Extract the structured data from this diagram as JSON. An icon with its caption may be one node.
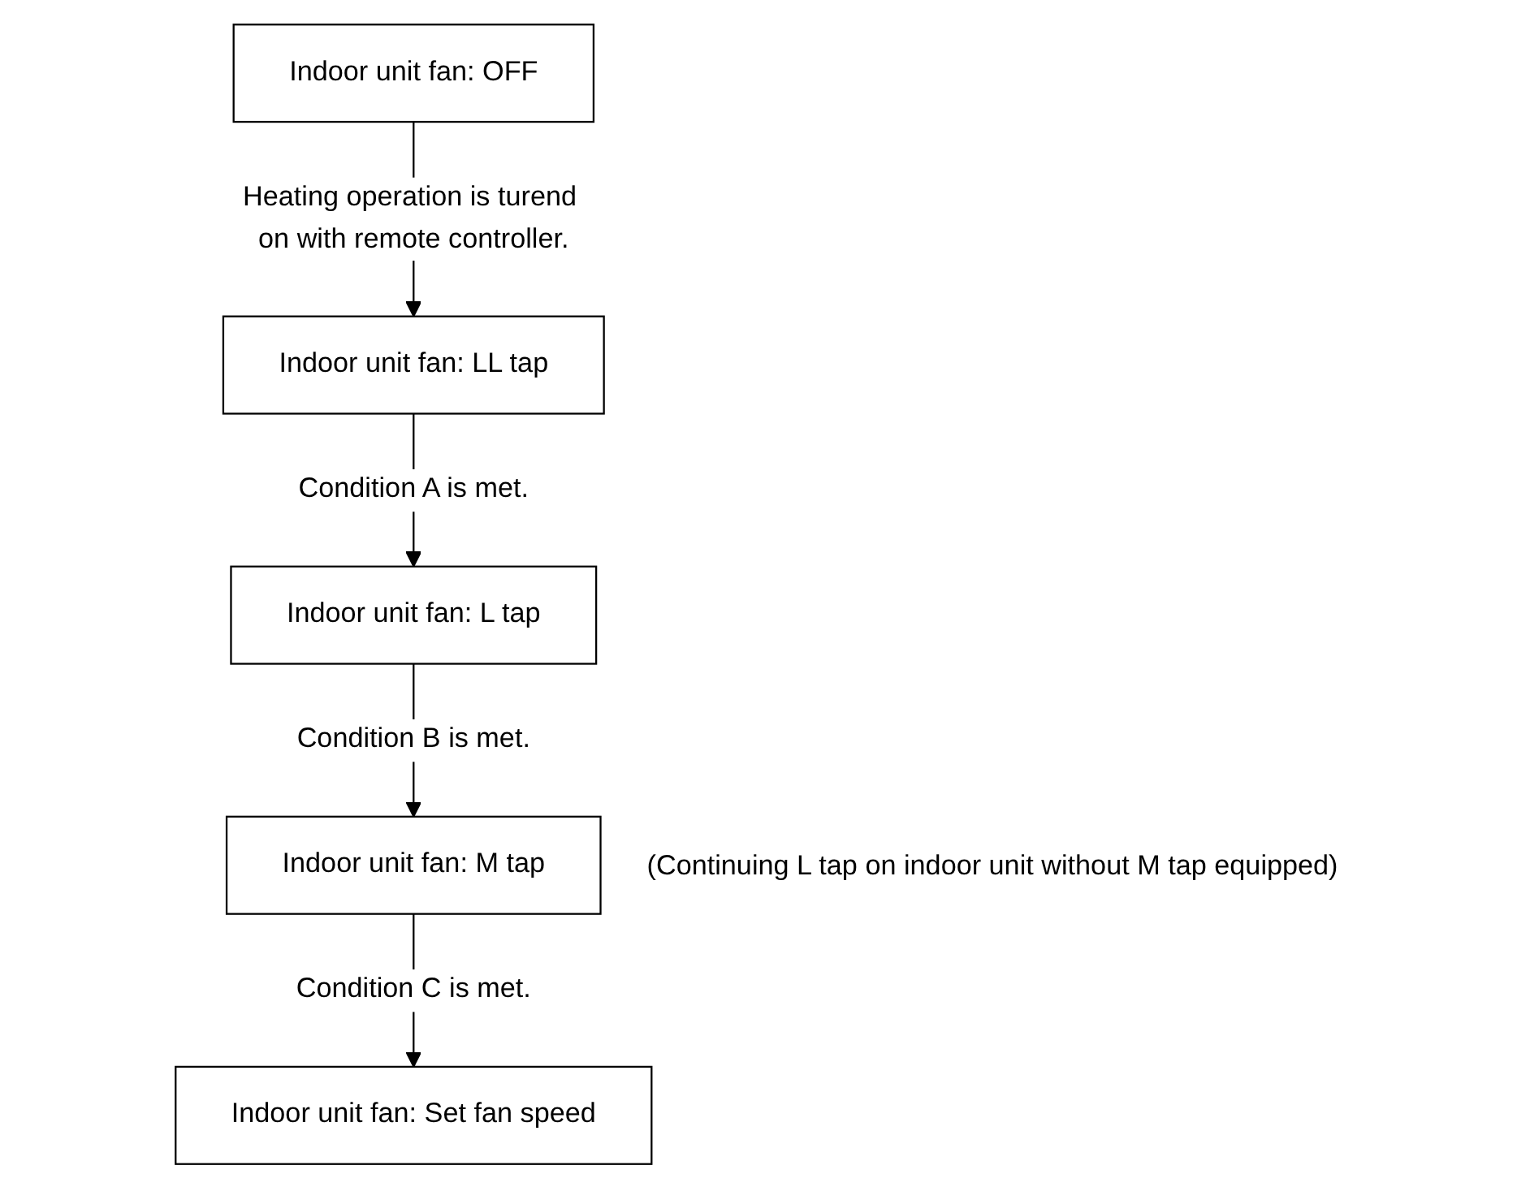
{
  "diagram": {
    "nodes": [
      {
        "text": [
          "Indoor unit fan: OFF"
        ]
      },
      {
        "text": [
          "Indoor unit fan: LL tap"
        ]
      },
      {
        "text": [
          "Indoor unit fan: L tap"
        ]
      },
      {
        "text": [
          "Indoor unit fan: M tap"
        ],
        "beside": [
          "(Continuing L tap on indoor unit without M tap equipped)"
        ]
      },
      {
        "text": [
          "Indoor unit fan: Set fan speed"
        ]
      }
    ],
    "edges": [
      {
        "from": 0,
        "to": 1,
        "arrow": "to",
        "label": "Heating operation is turend on with remote controller."
      },
      {
        "from": 1,
        "to": 2,
        "arrow": "to",
        "label": "Condition A is met."
      },
      {
        "from": 2,
        "to": 3,
        "arrow": "to",
        "label": "Condition B is met."
      },
      {
        "from": 3,
        "to": 4,
        "arrow": "to",
        "label": "Condition C is met."
      }
    ]
  }
}
